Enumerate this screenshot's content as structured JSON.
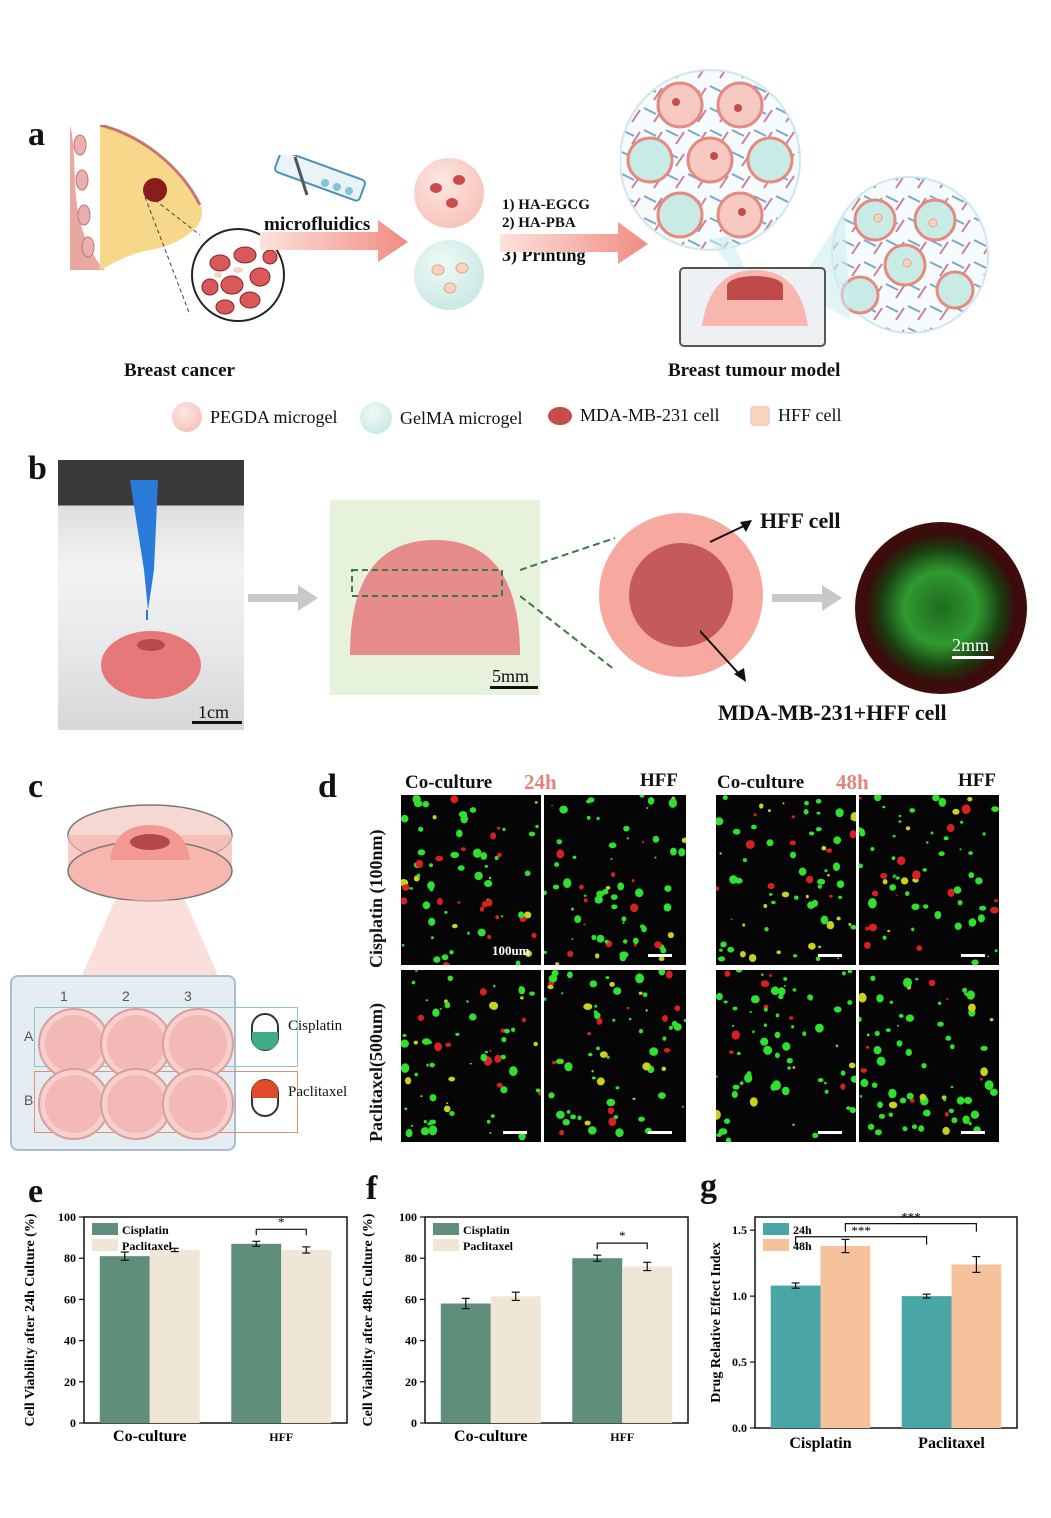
{
  "panel_a": {
    "letter": "a",
    "microfluidics": "microfluidics",
    "steps": [
      "1)  HA-EGCG",
      "2)  HA-PBA",
      "3)  Printing"
    ],
    "breast_cancer": "Breast cancer",
    "tumour_model": "Breast tumour model",
    "legend": [
      {
        "label": "PEGDA microgel",
        "color": "#f4b8ad"
      },
      {
        "label": "GelMA microgel",
        "color": "#bfe3de"
      },
      {
        "label": "MDA-MB-231 cell",
        "color": "#c94c4c"
      },
      {
        "label": "HFF cell",
        "color": "#f7d3c0"
      }
    ]
  },
  "panel_b": {
    "letter": "b",
    "scale_1": "1cm",
    "scale_2": "5mm",
    "scale_3": "2mm",
    "hff_label": "HFF cell",
    "core_label": "MDA-MB-231+HFF cell"
  },
  "panel_c": {
    "letter": "c",
    "cols": [
      "1",
      "2",
      "3"
    ],
    "rows": [
      "A",
      "B"
    ],
    "drug_a": "Cisplatin",
    "drug_b": "Paclitaxel"
  },
  "panel_d": {
    "letter": "d",
    "group1": {
      "left": "Co-culture",
      "time": "24h",
      "right": "HFF"
    },
    "group2": {
      "left": "Co-culture",
      "time": "48h",
      "right": "HFF"
    },
    "row_labels": [
      "Cisplatin (100nm)",
      "Paclitaxel(500um)"
    ],
    "scale_label": "100um"
  },
  "chart_data": [
    {
      "panel": "e",
      "type": "bar",
      "categories": [
        "Co-culture",
        "HFF"
      ],
      "series": [
        {
          "name": "Cisplatin",
          "values": [
            81,
            87
          ],
          "errors": [
            2,
            1.2
          ],
          "color": "#5f8f7a"
        },
        {
          "name": "Paclitaxel",
          "values": [
            84,
            84
          ],
          "errors": [
            0.8,
            1.5
          ],
          "color": "#efe6d6"
        }
      ],
      "ylabel": "Cell Viability after 24h Culture (%)",
      "ylim": [
        0,
        100
      ],
      "yticks": [
        0,
        20,
        40,
        60,
        80,
        100
      ],
      "significance": [
        {
          "category": "HFF",
          "label": "*"
        }
      ],
      "legend": "top-left"
    },
    {
      "panel": "f",
      "type": "bar",
      "categories": [
        "Co-culture",
        "HFF"
      ],
      "series": [
        {
          "name": "Cisplatin",
          "values": [
            58,
            80
          ],
          "errors": [
            2.5,
            1.5
          ],
          "color": "#5f8f7a"
        },
        {
          "name": "Paclitaxel",
          "values": [
            61.5,
            76
          ],
          "errors": [
            2,
            2
          ],
          "color": "#efe6d6"
        }
      ],
      "ylabel": "Cell Viability after 48h Culture (%)",
      "ylim": [
        0,
        100
      ],
      "yticks": [
        0,
        20,
        40,
        60,
        80,
        100
      ],
      "significance": [
        {
          "category": "HFF",
          "label": "*"
        }
      ],
      "legend": "top-left"
    },
    {
      "panel": "g",
      "type": "bar",
      "categories": [
        "Cisplatin",
        "Paclitaxel"
      ],
      "series": [
        {
          "name": "24h",
          "values": [
            1.08,
            1.0
          ],
          "errors": [
            0.02,
            0.015
          ],
          "color": "#4aa6a6"
        },
        {
          "name": "48h",
          "values": [
            1.38,
            1.24
          ],
          "errors": [
            0.05,
            0.06
          ],
          "color": "#f5c29c"
        }
      ],
      "ylabel": "Drug Relative Effect Index",
      "ylim": [
        0,
        1.6
      ],
      "yticks": [
        0.0,
        0.5,
        1.0,
        1.5
      ],
      "significance": [
        {
          "label": "***"
        },
        {
          "label": "***"
        }
      ],
      "legend": "top-left"
    }
  ],
  "panel_letters": {
    "e": "e",
    "f": "f",
    "g": "g"
  }
}
